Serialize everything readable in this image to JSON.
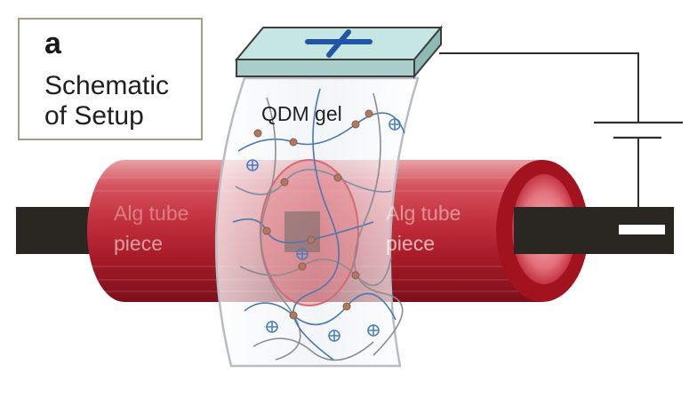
{
  "panel": {
    "letter": "a",
    "caption": "Schematic\nof Setup"
  },
  "labels": {
    "gel": "QDM gel",
    "tube_left_1": "Alg tube",
    "tube_left_2": "piece",
    "tube_right_1": "Alg tube",
    "tube_right_2": "piece"
  },
  "colors": {
    "tube_red": "#b8202f",
    "electrode_rod": "#2a2622",
    "electrode_plate": "#c6e6e3",
    "positive_sign": "#2255a4",
    "panel_border": "#a39e85"
  },
  "icons": {
    "positive_terminal": "plus-sign",
    "negative_terminal": "minus-sign",
    "battery": "battery-symbol"
  }
}
